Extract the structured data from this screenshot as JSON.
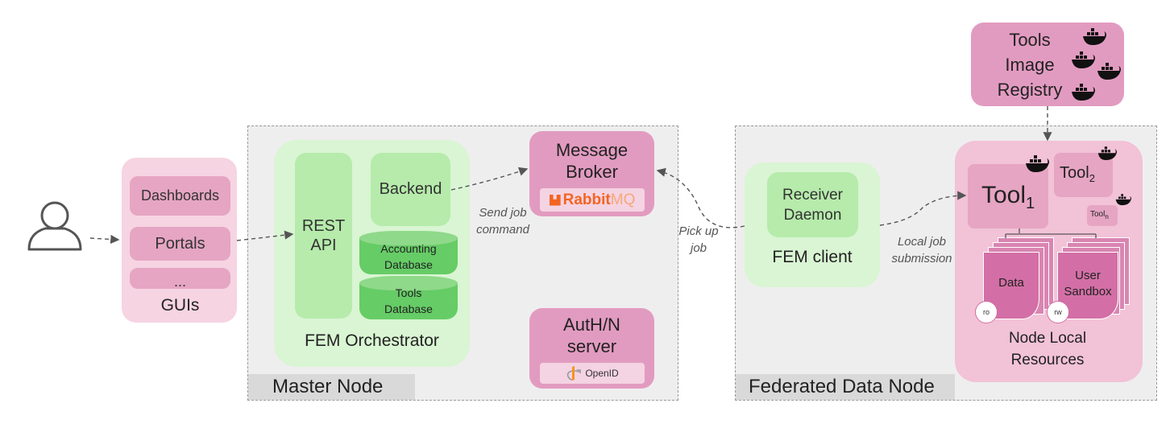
{
  "user": {
    "icon": "user-icon"
  },
  "guis": {
    "items": [
      "Dashboards",
      "Portals",
      "..."
    ],
    "title": "GUIs"
  },
  "master_node": {
    "label": "Master Node",
    "orchestrator": {
      "title": "FEM Orchestrator",
      "rest_api": "REST\nAPI",
      "backend": "Backend",
      "accounting_db": "Accounting\nDatabase",
      "tools_db": "Tools\nDatabase"
    },
    "message_broker": {
      "title": "Message\nBroker",
      "logo_rabbit": "Rabbit",
      "logo_mq": "MQ"
    },
    "auth_server": {
      "title": "AutH/N\nserver",
      "logo": "OpenID"
    }
  },
  "edges": {
    "send_job": "Send job\ncommand",
    "pick_up": "Pick up\njob",
    "local_job": "Local job\nsubmission"
  },
  "registry": {
    "title": "Tools\nImage\nRegistry"
  },
  "federated_node": {
    "label": "Federated Data Node",
    "client": {
      "title": "FEM client",
      "receiver": "Receiver\nDaemon"
    },
    "resources": {
      "title": "Node Local\nResources",
      "tool1": "Tool",
      "tool1_sub": "1",
      "tool2": "Tool",
      "tool2_sub": "2",
      "tooln": "Tool",
      "tooln_sub": "n",
      "data": "Data",
      "sandbox": "User\nSandbox",
      "ro": "ro",
      "rw": "rw"
    }
  },
  "colors": {
    "green_light": "#d9f5d3",
    "green_mid": "#b6ebab",
    "green_db": "#66cc66",
    "pink_light": "#f6d4e2",
    "pink_mid": "#e6a5c3",
    "pink_dark": "#d985b1",
    "rabbit_orange": "#f26522"
  }
}
